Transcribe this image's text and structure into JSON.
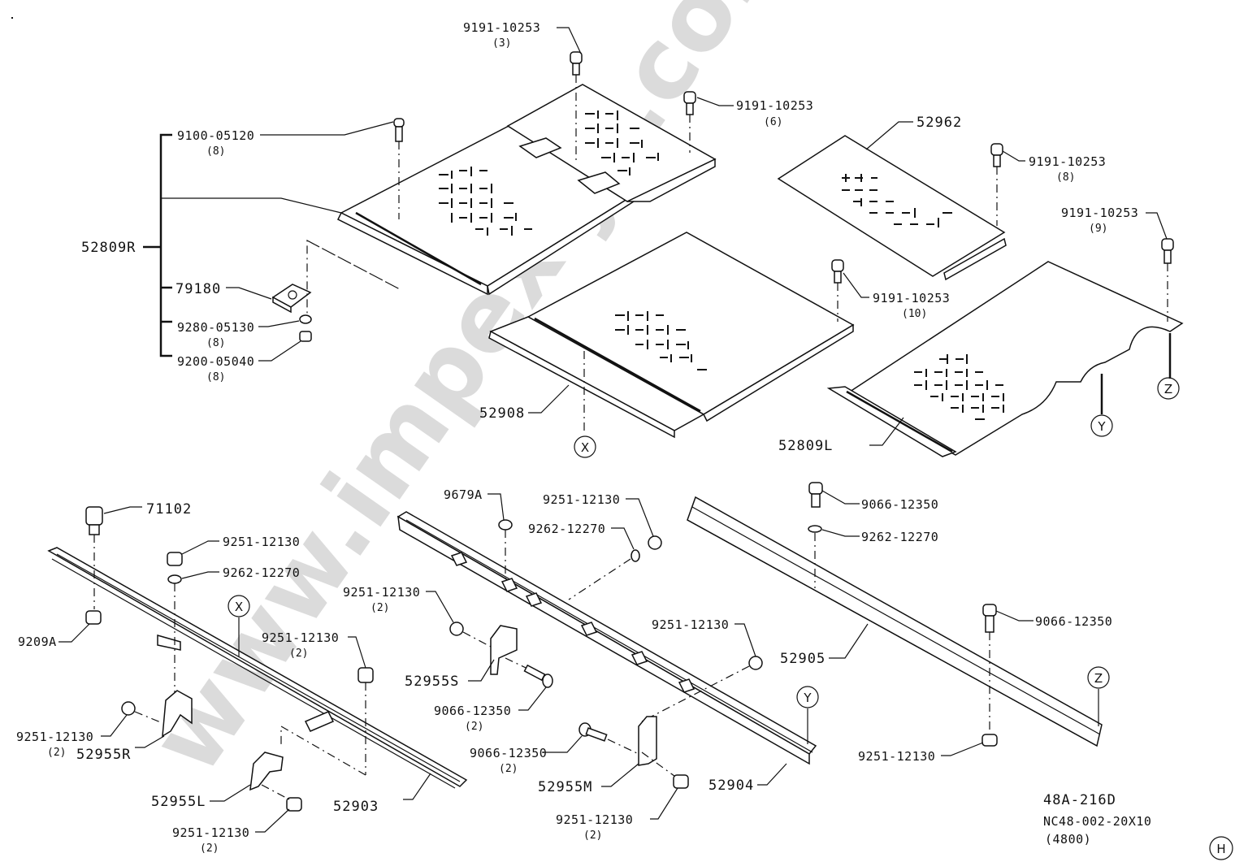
{
  "diagram": {
    "type": "exploded-parts-diagram",
    "drawing_number": "48A-216D",
    "drawing_code": "NC48-002-20X10",
    "drawing_variant": "(4800)",
    "page_marker": "H",
    "watermark": "www.impex-jp.com",
    "reference_markers": [
      "X",
      "Y",
      "Z"
    ]
  },
  "labels": {
    "top_bolt_3": {
      "part": "9191-10253",
      "qty": "(3)"
    },
    "top_bolt_6": {
      "part": "9191-10253",
      "qty": "(6)"
    },
    "bolt_9100": {
      "part": "9100-05120",
      "qty": "(8)"
    },
    "assy_52809R": {
      "part": "52809R"
    },
    "bracket_79180": {
      "part": "79180"
    },
    "washer_9280": {
      "part": "9280-05130",
      "qty": "(8)"
    },
    "nut_9200": {
      "part": "9200-05040",
      "qty": "(8)"
    },
    "panel_52962": {
      "part": "52962"
    },
    "bolt_8": {
      "part": "9191-10253",
      "qty": "(8)"
    },
    "bolt_9": {
      "part": "9191-10253",
      "qty": "(9)"
    },
    "bolt_10": {
      "part": "9191-10253",
      "qty": "(10)"
    },
    "panel_52908": {
      "part": "52908"
    },
    "panel_52809L": {
      "part": "52809L"
    },
    "lamp_71102": {
      "part": "71102"
    },
    "nut_left_top": {
      "part": "9251-12130"
    },
    "washer_left": {
      "part": "9262-12270"
    },
    "nut_9209A": {
      "part": "9209A"
    },
    "nut_left_mid": {
      "part": "9251-12130",
      "qty": "(2)"
    },
    "nut_left_low": {
      "part": "9251-12130",
      "qty": "(2)"
    },
    "bracket_52955R": {
      "part": "52955R"
    },
    "bracket_52955L": {
      "part": "52955L"
    },
    "nut_left_bottom": {
      "part": "9251-12130",
      "qty": "(2)"
    },
    "rail_52903": {
      "part": "52903"
    },
    "cap_9679A": {
      "part": "9679A"
    },
    "nut_center_top": {
      "part": "9251-12130"
    },
    "washer_center": {
      "part": "9262-12270"
    },
    "nut_center_left": {
      "part": "9251-12130",
      "qty": "(2)"
    },
    "bracket_52955S": {
      "part": "52955S"
    },
    "bolt_center_1": {
      "part": "9066-12350",
      "qty": "(2)"
    },
    "nut_center_right": {
      "part": "9251-12130"
    },
    "bolt_center_2": {
      "part": "9066-12350",
      "qty": "(2)"
    },
    "bracket_52955M": {
      "part": "52955M"
    },
    "nut_center_bottom": {
      "part": "9251-12130",
      "qty": "(2)"
    },
    "rail_52904": {
      "part": "52904"
    },
    "bolt_right_top": {
      "part": "9066-12350"
    },
    "washer_right": {
      "part": "9262-12270"
    },
    "rail_52905": {
      "part": "52905"
    },
    "bolt_right_mid": {
      "part": "9066-12350"
    },
    "nut_right_bottom": {
      "part": "9251-12130"
    }
  }
}
